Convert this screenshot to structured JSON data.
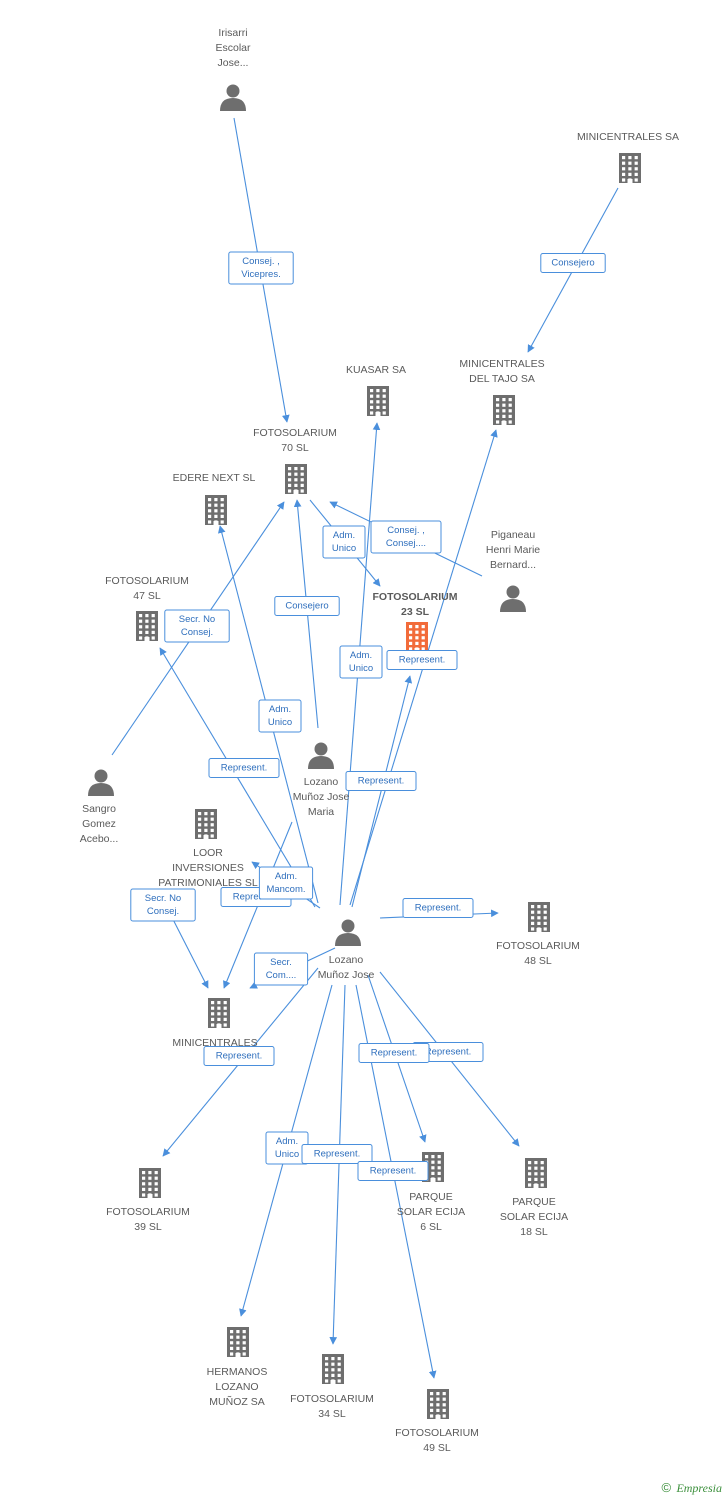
{
  "colors": {
    "edge": "#4a8fdc",
    "node": "#6e6e6e",
    "focus": "#f26b3a",
    "label": "#5a5a5a"
  },
  "nodes": [
    {
      "id": "irisarri",
      "type": "person",
      "label": [
        "Irisarri",
        "Escolar",
        "Jose..."
      ]
    },
    {
      "id": "minicentrales_sa",
      "type": "company",
      "label": [
        "MINICENTRALES SA"
      ]
    },
    {
      "id": "kuasar",
      "type": "company",
      "label": [
        "KUASAR SA"
      ]
    },
    {
      "id": "minicentrales_tajo",
      "type": "company",
      "label": [
        "MINICENTRALES",
        "DEL TAJO SA"
      ]
    },
    {
      "id": "foto70",
      "type": "company",
      "label": [
        "FOTOSOLARIUM",
        "70 SL"
      ]
    },
    {
      "id": "edere",
      "type": "company",
      "label": [
        "EDERE NEXT SL"
      ]
    },
    {
      "id": "piganeau",
      "type": "person",
      "label": [
        "Piganeau",
        "Henri Marie",
        "Bernard..."
      ]
    },
    {
      "id": "foto47",
      "type": "company",
      "label": [
        "FOTOSOLARIUM",
        "47 SL"
      ]
    },
    {
      "id": "foto23",
      "type": "company",
      "focus": true,
      "label": [
        "FOTOSOLARIUM",
        "23 SL"
      ]
    },
    {
      "id": "lozano_maria",
      "type": "person",
      "label": [
        "Lozano",
        "Muñoz Jose",
        "Maria"
      ]
    },
    {
      "id": "sangro",
      "type": "person",
      "label": [
        "Sangro",
        "Gomez",
        "Acebo..."
      ]
    },
    {
      "id": "loor",
      "type": "company",
      "label": [
        "LOOR",
        "INVERSIONES",
        "PATRIMONIALES SL"
      ]
    },
    {
      "id": "lozano_jose",
      "type": "person",
      "label": [
        "Lozano",
        "Muñoz Jose"
      ]
    },
    {
      "id": "foto48",
      "type": "company",
      "label": [
        "FOTOSOLARIUM",
        "48 SL"
      ]
    },
    {
      "id": "minicentrales_d",
      "type": "company",
      "label": [
        "MINICENTRALES",
        "D..."
      ]
    },
    {
      "id": "foto39",
      "type": "company",
      "label": [
        "FOTOSOLARIUM",
        "39 SL"
      ]
    },
    {
      "id": "parque6",
      "type": "company",
      "label": [
        "PARQUE",
        "SOLAR ECIJA",
        "6 SL"
      ]
    },
    {
      "id": "parque18",
      "type": "company",
      "label": [
        "PARQUE",
        "SOLAR ECIJA",
        "18 SL"
      ]
    },
    {
      "id": "hermanos",
      "type": "company",
      "label": [
        "HERMANOS",
        "LOZANO",
        "MUÑOZ SA"
      ]
    },
    {
      "id": "foto34",
      "type": "company",
      "label": [
        "FOTOSOLARIUM",
        "34 SL"
      ]
    },
    {
      "id": "foto49",
      "type": "company",
      "label": [
        "FOTOSOLARIUM",
        "49 SL"
      ]
    }
  ],
  "edges": [
    {
      "from": "irisarri",
      "to": "foto70",
      "label": [
        "Consej. ,",
        "Vicepres."
      ]
    },
    {
      "from": "minicentrales_sa",
      "to": "minicentrales_tajo",
      "label": [
        "Consejero"
      ]
    },
    {
      "from": "piganeau",
      "to": "foto70",
      "label": [
        "Consej. ,",
        "Consej...."
      ]
    },
    {
      "from": "foto70",
      "to": "foto23",
      "label": [
        "Adm.",
        "Unico"
      ]
    },
    {
      "from": "lozano_maria",
      "to": "foto70",
      "label": [
        "Consejero"
      ]
    },
    {
      "from": "sangro",
      "to": "foto70",
      "label": [
        "Secr.  No",
        "Consej."
      ]
    },
    {
      "from": "lozano_jose",
      "to": "kuasar",
      "label": [
        "Adm.",
        "Unico"
      ]
    },
    {
      "from": "lozano_jose",
      "to": "minicentrales_tajo",
      "label": [
        "Represent."
      ]
    },
    {
      "from": "lozano_jose",
      "to": "edere",
      "label": [
        "Adm.",
        "Unico"
      ]
    },
    {
      "from": "lozano_jose",
      "to": "foto47",
      "label": [
        "Represent."
      ]
    },
    {
      "from": "lozano_jose",
      "to": "foto23",
      "label": [
        "Represent."
      ]
    },
    {
      "from": "sangro",
      "to": "minicentrales_d",
      "label": [
        "Secr.  No",
        "Consej."
      ]
    },
    {
      "from": "lozano_jose",
      "to": "loor",
      "label": [
        "Represent."
      ]
    },
    {
      "from": "lozano_maria",
      "to": "minicentrales_d",
      "label": [
        "Adm.",
        "Mancom."
      ]
    },
    {
      "from": "lozano_jose",
      "to": "minicentrales_d",
      "label": [
        "Secr.",
        "Com...."
      ]
    },
    {
      "from": "lozano_jose",
      "to": "foto48",
      "label": [
        "Represent."
      ]
    },
    {
      "from": "lozano_jose",
      "to": "foto39",
      "label": [
        "Represent."
      ]
    },
    {
      "from": "lozano_jose",
      "to": "parque18",
      "label": [
        "Represent."
      ]
    },
    {
      "from": "lozano_jose",
      "to": "parque6",
      "label": [
        "Represent."
      ]
    },
    {
      "from": "lozano_jose",
      "to": "hermanos",
      "label": [
        "Adm.",
        "Unico"
      ]
    },
    {
      "from": "lozano_jose",
      "to": "foto34",
      "label": [
        "Represent."
      ]
    },
    {
      "from": "lozano_jose",
      "to": "foto49",
      "label": [
        "Represent."
      ]
    }
  ],
  "footer": {
    "copyright": "©",
    "brand": "Empresia"
  }
}
